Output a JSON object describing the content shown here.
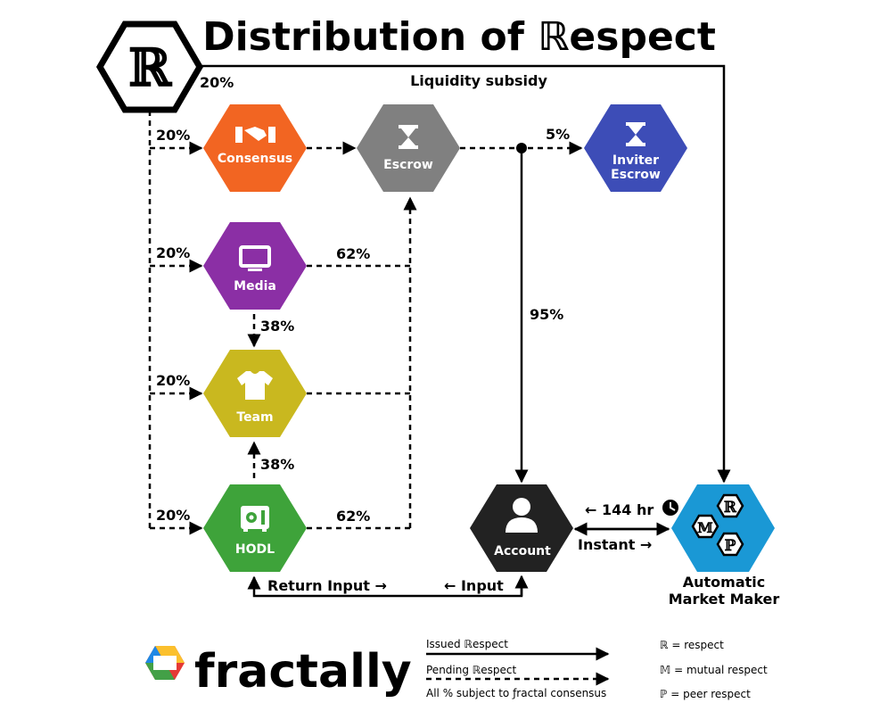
{
  "title": "Distribution of ℝespect",
  "edge_labels": {
    "top_pct": "20%",
    "liquidity": "Liquidity subsidy",
    "consensus_pct": "20%",
    "media_pct": "20%",
    "team_pct": "20%",
    "hodl_pct": "20%",
    "media_escrow_pct": "62%",
    "media_team_pct": "38%",
    "hodl_team_pct": "38%",
    "hodl_escrow_pct": "62%",
    "inviter_pct": "5%",
    "account_pct": "95%",
    "amm_left": "← 144 hr",
    "amm_right": "Instant →",
    "return_input": "Return Input →",
    "input": "← Input"
  },
  "nodes": {
    "respect_glyph": "ℝ",
    "consensus": "Consensus",
    "escrow": "Escrow",
    "inviter_1": "Inviter",
    "inviter_2": "Escrow",
    "media": "Media",
    "team": "Team",
    "hodl": "HODL",
    "account": "Account",
    "amm_1": "Automatic",
    "amm_2": "Market Maker",
    "amm_m": "𝕄",
    "amm_r": "ℝ",
    "amm_p": "ℙ"
  },
  "brand": {
    "name": "fractally"
  },
  "legend": {
    "issued": "Issued ℝespect",
    "pending": "Pending ℝespect",
    "note": "All % subject to ƒractal consensus",
    "r_key": "ℝ = respect",
    "m_key": "𝕄 = mutual respect",
    "p_key": "ℙ = peer respect"
  },
  "colors": {
    "consensus": "#f26522",
    "escrow": "#808080",
    "inviter": "#3d4db7",
    "media": "#8b2fa5",
    "team": "#c9b81f",
    "hodl": "#3ea33a",
    "account": "#222222",
    "amm": "#1a98d5"
  }
}
